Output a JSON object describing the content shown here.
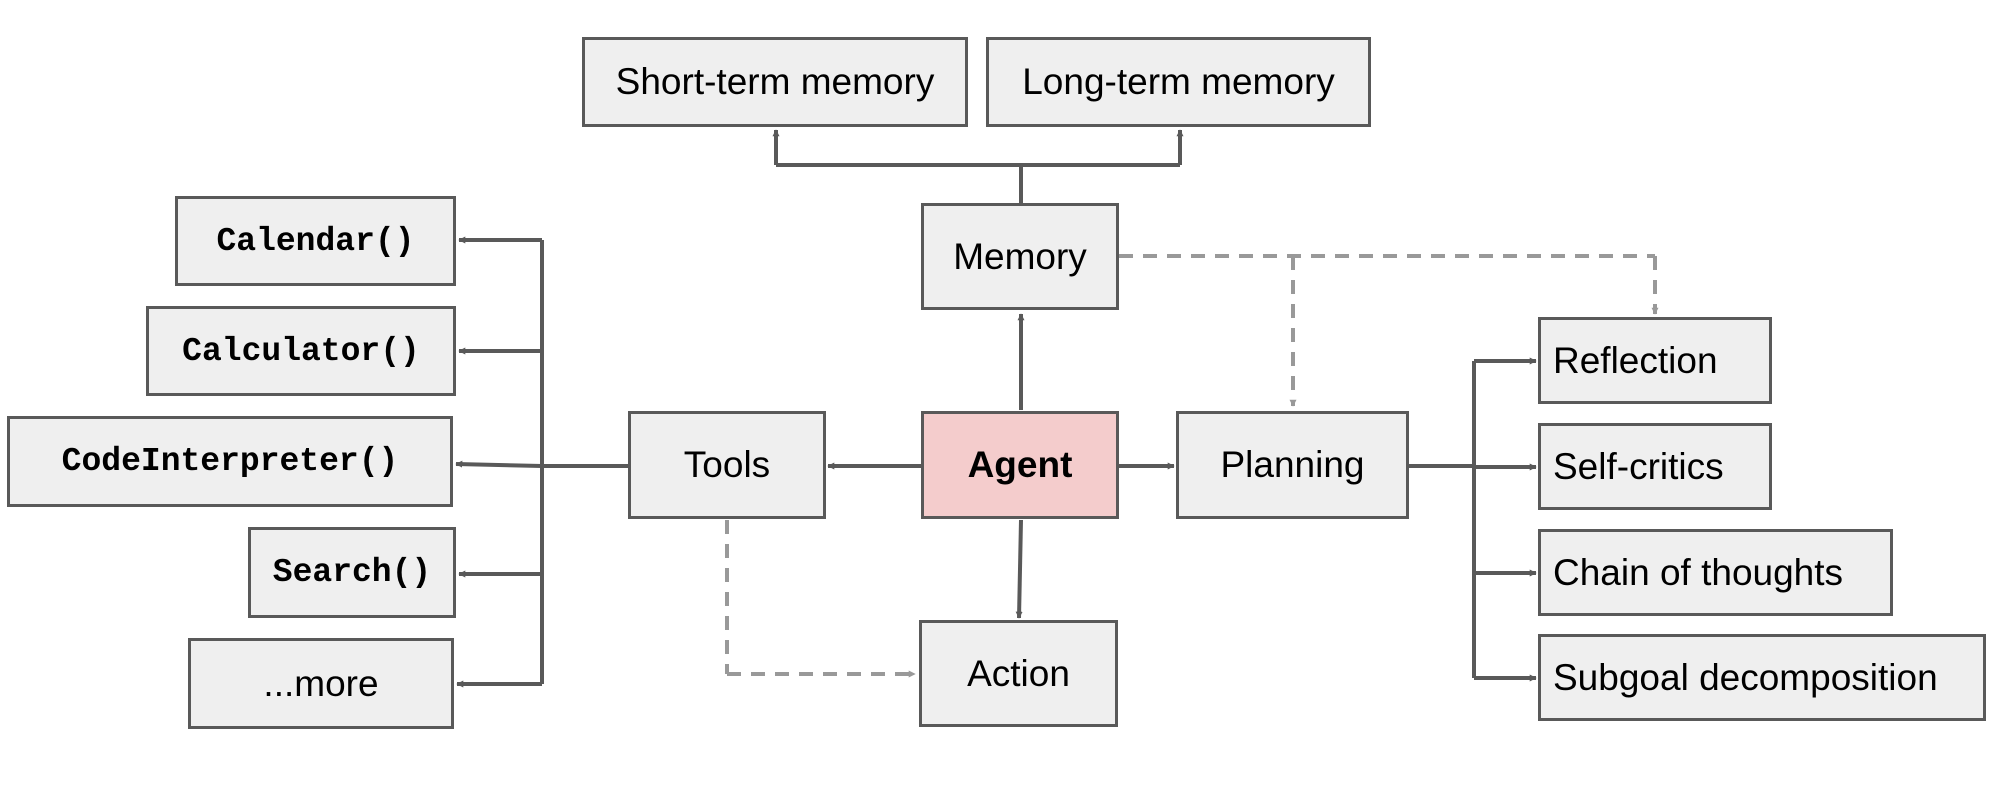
{
  "nodes": {
    "short_term_memory": "Short-term memory",
    "long_term_memory": "Long-term memory",
    "memory": "Memory",
    "agent": "Agent",
    "tools": "Tools",
    "planning": "Planning",
    "action": "Action",
    "calendar": "Calendar()",
    "calculator": "Calculator()",
    "code_interpreter": "CodeInterpreter()",
    "search": "Search()",
    "more": "...more",
    "reflection": "Reflection",
    "self_critics": "Self-critics",
    "chain_of_thoughts": "Chain of thoughts",
    "subgoal_decomposition": "Subgoal decomposition"
  },
  "colors": {
    "box_fill": "#efefef",
    "agent_fill": "#f4cccc",
    "border": "#595959",
    "dashed": "#999999"
  }
}
